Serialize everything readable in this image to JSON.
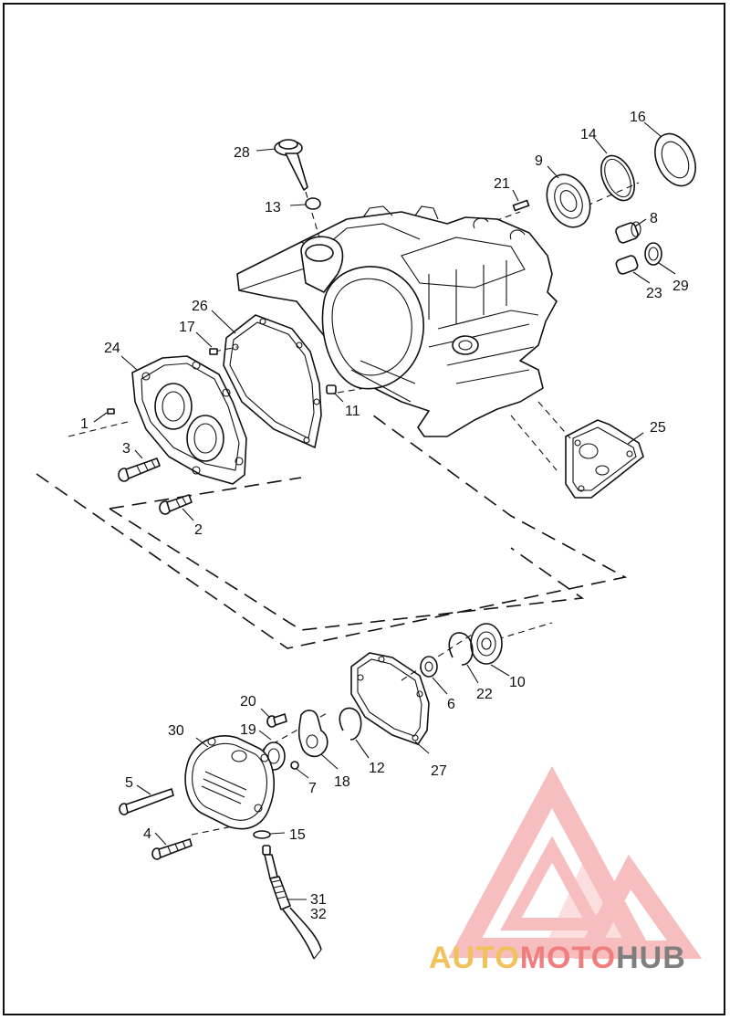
{
  "callouts": [
    {
      "label": "1"
    },
    {
      "label": "2"
    },
    {
      "label": "3"
    },
    {
      "label": "4"
    },
    {
      "label": "5"
    },
    {
      "label": "6"
    },
    {
      "label": "7"
    },
    {
      "label": "8"
    },
    {
      "label": "9"
    },
    {
      "label": "10"
    },
    {
      "label": "11"
    },
    {
      "label": "12"
    },
    {
      "label": "13"
    },
    {
      "label": "14"
    },
    {
      "label": "15"
    },
    {
      "label": "16"
    },
    {
      "label": "17"
    },
    {
      "label": "18"
    },
    {
      "label": "19"
    },
    {
      "label": "20"
    },
    {
      "label": "21"
    },
    {
      "label": "22"
    },
    {
      "label": "23"
    },
    {
      "label": "24"
    },
    {
      "label": "25"
    },
    {
      "label": "26"
    },
    {
      "label": "27"
    },
    {
      "label": "28"
    },
    {
      "label": "29"
    },
    {
      "label": "30"
    },
    {
      "label": "31"
    },
    {
      "label": "32"
    }
  ],
  "watermark": {
    "part1": "AUTO",
    "part2": "MOTO",
    "part3": "HUB"
  },
  "colors": {
    "line": "#111111",
    "logo_red": "#ef8a8a",
    "logo_yellow": "#f2c15a",
    "logo_grey": "#7f7f7f"
  }
}
